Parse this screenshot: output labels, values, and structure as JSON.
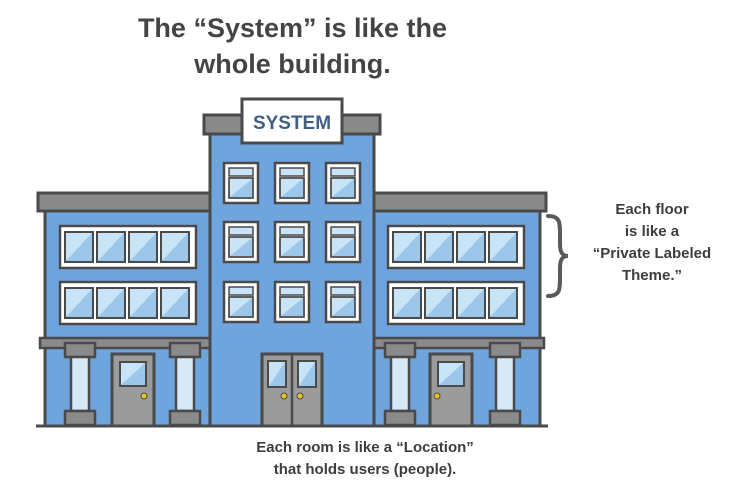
{
  "title": "The “System” is like the whole building.",
  "sign_label": "SYSTEM",
  "floor_note": {
    "line1": "Each floor",
    "line2": "is like a",
    "line3": "“Private Labeled",
    "line4": "Theme.”"
  },
  "room_note": {
    "line1": "Each room is like a “Location”",
    "line2": "that holds users (people)."
  },
  "colors": {
    "wall": "#6fa4dc",
    "wall_dark": "#5b8fc7",
    "roof": "#8a8a8a",
    "outline": "#4a4a4a",
    "window_light": "#c9e3f7",
    "window_shade": "#9cc7ea",
    "door": "#9b9b9b",
    "knob": "#e8c31d"
  }
}
